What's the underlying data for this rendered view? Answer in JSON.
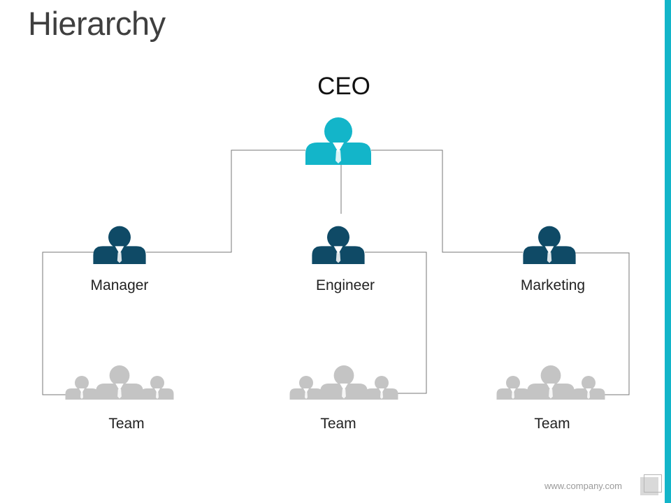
{
  "slide": {
    "title": "Hierarchy",
    "footer": "www.company.com"
  },
  "colors": {
    "ceo": "#13b5c9",
    "role": "#0f4a66",
    "team": "#c4c4c4",
    "accent_bar": "#13b5c9",
    "line": "#777777"
  },
  "nodes": {
    "ceo": {
      "label": "CEO",
      "icon": "person-icon"
    },
    "roles": [
      {
        "label": "Manager",
        "icon": "person-icon"
      },
      {
        "label": "Engineer",
        "icon": "person-icon"
      },
      {
        "label": "Marketing",
        "icon": "person-icon"
      }
    ],
    "teams": [
      {
        "label": "Team",
        "icon": "team-icon"
      },
      {
        "label": "Team",
        "icon": "team-icon"
      },
      {
        "label": "Team",
        "icon": "team-icon"
      }
    ]
  }
}
